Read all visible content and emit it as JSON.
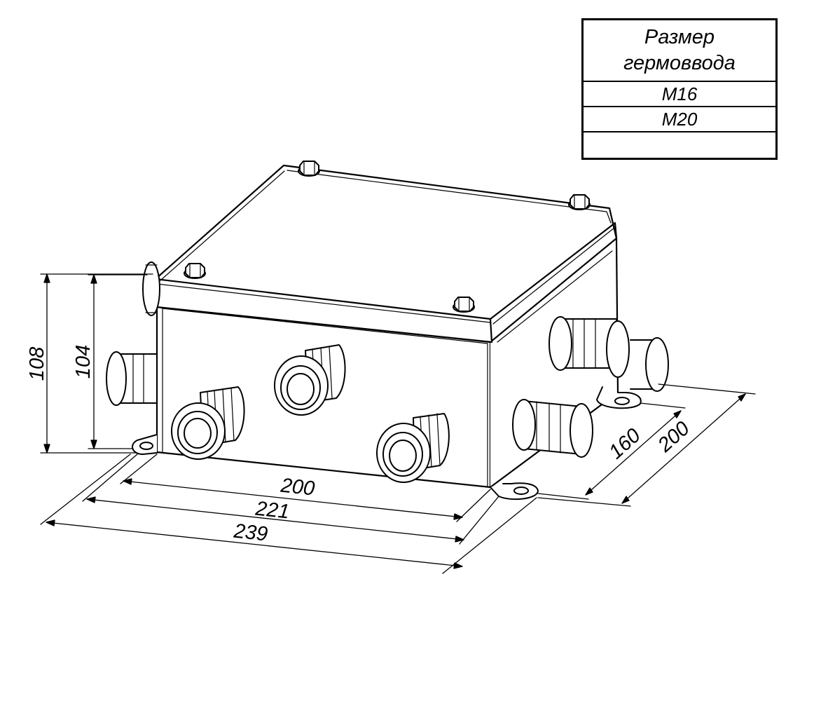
{
  "table": {
    "header_line1": "Размер",
    "header_line2": "гермоввода",
    "rows": [
      "M16",
      "M20",
      ""
    ]
  },
  "dimensions": {
    "height_outer": "108",
    "height_inner": "104",
    "width_body": "200",
    "width_feet": "221",
    "width_overall": "239",
    "depth_feet": "160",
    "depth_overall": "200"
  }
}
